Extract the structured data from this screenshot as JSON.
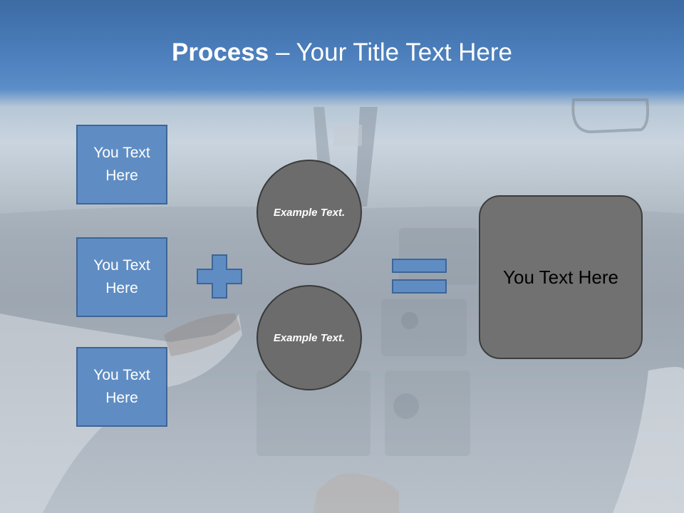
{
  "slide": {
    "title_bold": "Process",
    "title_rest": " – Your Title Text Here"
  },
  "boxes": [
    {
      "label": "You Text Here"
    },
    {
      "label": "You Text Here"
    },
    {
      "label": "You Text Here"
    }
  ],
  "circles": [
    {
      "label": "Example Text."
    },
    {
      "label": "Example Text."
    }
  ],
  "result": {
    "label": "You Text Here"
  },
  "colors": {
    "box_fill": "#5f8dc3",
    "box_border": "#3d6597",
    "circle_fill": "#6c6c6c",
    "result_fill": "#717171",
    "title_band": "#4a7dba"
  },
  "icons": {
    "operator_1": "plus-icon",
    "operator_2": "equals-icon"
  }
}
